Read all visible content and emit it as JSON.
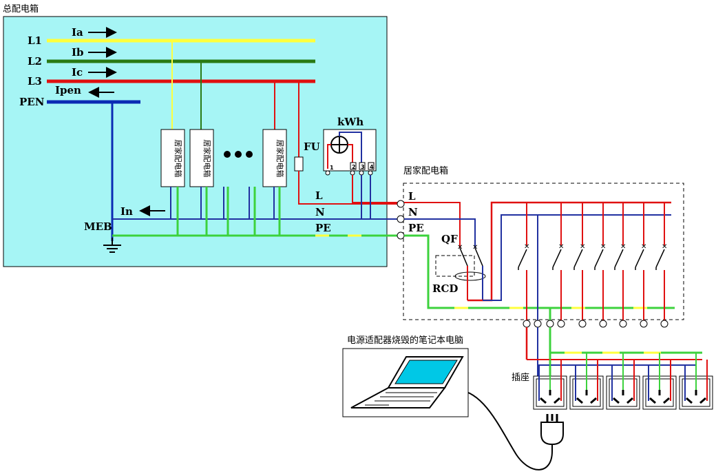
{
  "main_panel": {
    "title": "总配电箱",
    "lines": [
      "L1",
      "L2",
      "L3",
      "PEN"
    ],
    "currents": [
      "Ia",
      "Ib",
      "Ic",
      "Ipen"
    ],
    "in_label": "In",
    "meb_label": "MEB",
    "distribution_boxes": [
      "居家配电箱",
      "居家配电箱",
      "居家配电箱"
    ],
    "fuse_label": "FU",
    "meter_label": "kWh",
    "meter_terminals": [
      "1",
      "2",
      "3",
      "4"
    ],
    "out_labels": [
      "L",
      "N",
      "PE"
    ]
  },
  "home_panel": {
    "title": "居家配电箱",
    "terminal_labels": [
      "L",
      "N",
      "PE"
    ],
    "qf_label": "QF",
    "rcd_label": "RCD"
  },
  "socket_label": "插座",
  "laptop_caption": "电源适配器烧毁的笔记本电脑",
  "colors": {
    "panel_bg": "#a6f5f5",
    "L1": "#ffff3c",
    "L2": "#2a7a14",
    "L3": "#e01010",
    "PEN": "#0a2ab4",
    "PE": "#3cd23c",
    "N": "#2030a0"
  }
}
